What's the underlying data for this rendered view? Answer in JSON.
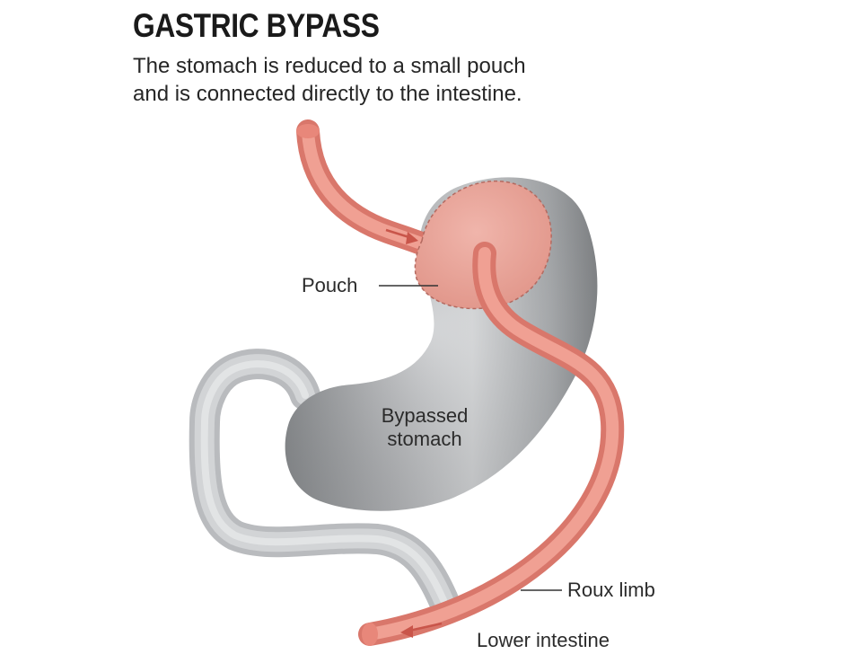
{
  "title": "GASTRIC BYPASS",
  "subtitle": {
    "line1": "The stomach is reduced to a small pouch",
    "line2": "and is connected directly to the intestine."
  },
  "labels": {
    "pouch": "Pouch",
    "bypassed_line1": "Bypassed",
    "bypassed_line2": "stomach",
    "roux_limb": "Roux limb",
    "lower_intestine": "Lower intestine"
  },
  "colors": {
    "intestine_pink": "#e8877a",
    "pouch_pink": "#e9a69b",
    "stomach_gray": "#a8abae",
    "duodenum_gray": "#c9cbcd",
    "text": "#2b2b2b"
  }
}
